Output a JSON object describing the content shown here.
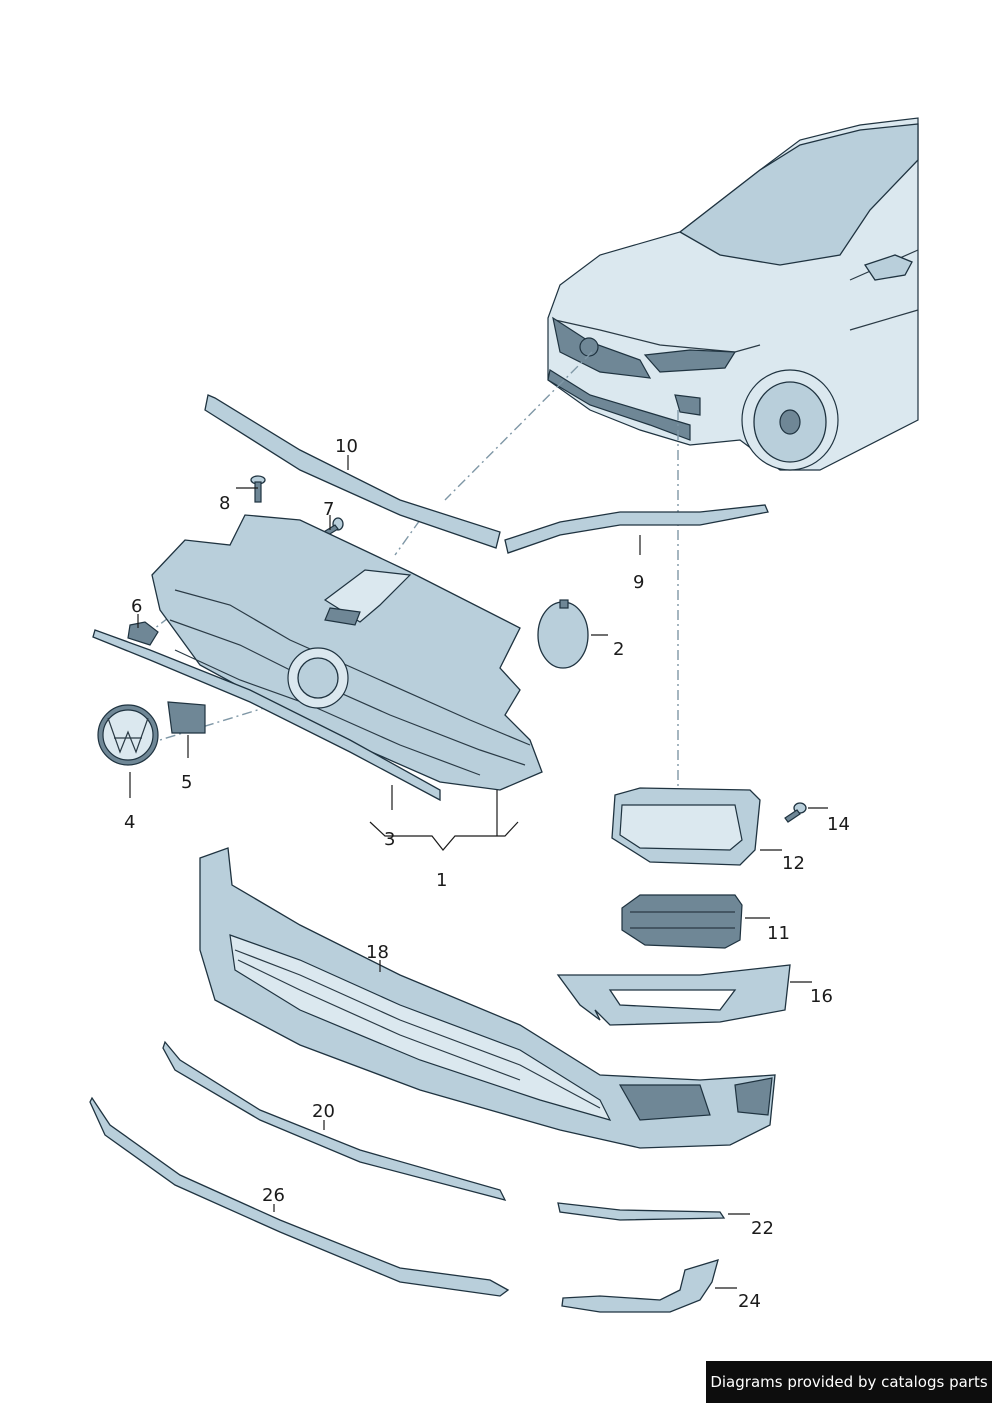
{
  "labels": {
    "p1": "1",
    "p2": "2",
    "p3": "3",
    "p4": "4",
    "p5": "5",
    "p6": "6",
    "p7": "7",
    "p8": "8",
    "p9": "9",
    "p10": "10",
    "p11": "11",
    "p12": "12",
    "p14": "14",
    "p16": "16",
    "p18": "18",
    "p20": "20",
    "p22": "22",
    "p24": "24",
    "p26": "26"
  },
  "footer": {
    "text": "Diagrams provided by catalogs parts"
  },
  "colors": {
    "part_fill": "#b9cfdb",
    "part_stroke": "#1f3340",
    "footer_bg": "#0d0d0d"
  }
}
